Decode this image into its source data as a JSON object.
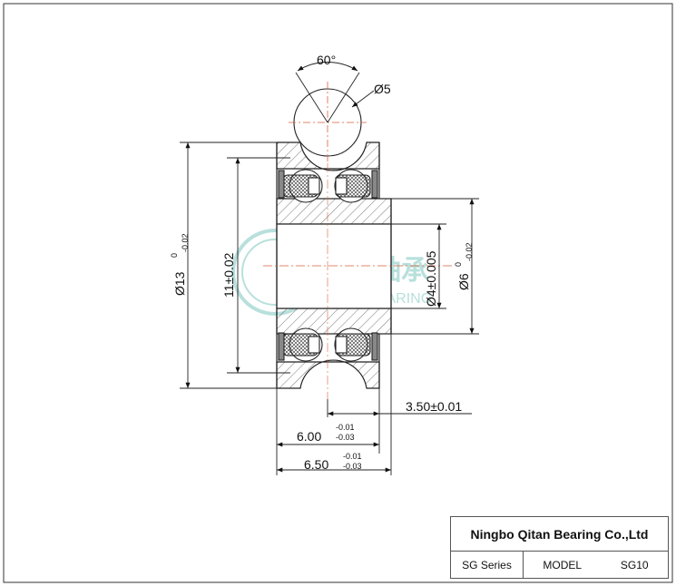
{
  "dimensions": {
    "angle": "60°",
    "ball_dia": "Ø5",
    "outer_dia": "Ø13",
    "outer_tol_upper": "0",
    "outer_tol_lower": "-0.02",
    "groove_dia": "11±0.02",
    "bore_dia": "Ø4±0.005",
    "inner_dia": "Ø6",
    "inner_tol_upper": "0",
    "inner_tol_lower": "-0.02",
    "groove_offset": "3.50±0.01",
    "width_outer": "6.00",
    "width_outer_tol_upper": "-0.01",
    "width_outer_tol_lower": "-0.03",
    "width_total": "6.50",
    "width_total_tol_upper": "-0.01",
    "width_total_tol_lower": "-0.03"
  },
  "watermark": {
    "cn": "奇坦轴承",
    "en": "QITAN BEARING"
  },
  "title_block": {
    "company": "Ningbo Qitan Bearing Co.,Ltd",
    "series": "SG Series",
    "model_label": "MODEL",
    "model_value": "SG10"
  },
  "colors": {
    "line": "#222222",
    "hatch": "#444444",
    "centerline": "#d9603a",
    "watermark": "#7fc7c0"
  }
}
